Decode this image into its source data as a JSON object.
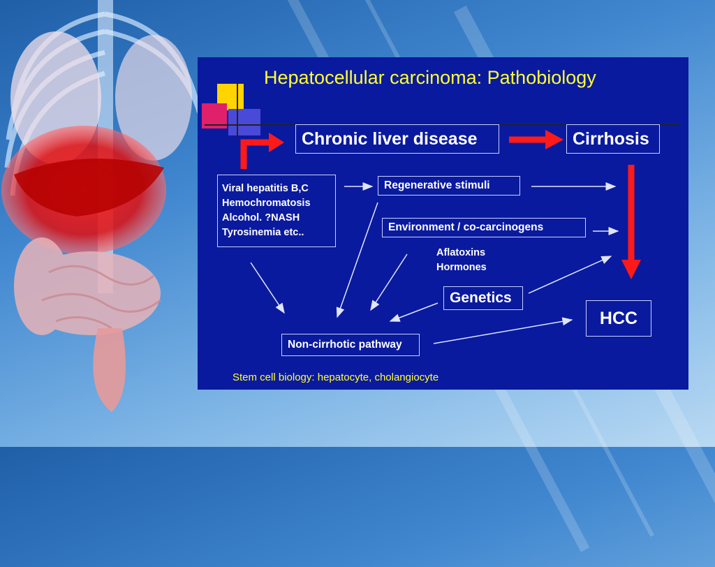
{
  "title": "Hepatocellular carcinoma: Pathobiology",
  "nodes": {
    "chronic_liver_disease": "Chronic liver disease",
    "cirrhosis": "Cirrhosis",
    "causes": [
      "Viral hepatitis B,C",
      "Hemochromatosis",
      "Alcohol. ?NASH",
      "Tyrosinemia etc.."
    ],
    "regenerative_stimuli": "Regenerative stimuli",
    "environment": "Environment / co-carcinogens",
    "cocarcinogens": [
      "Aflatoxins",
      "Hormones"
    ],
    "genetics": "Genetics",
    "hcc": "HCC",
    "non_cirrhotic": "Non-cirrhotic pathway"
  },
  "footer": "Stem cell biology: hepatocyte, cholangiocyte",
  "colors": {
    "slide_bg": "#0a1a9e",
    "title": "#ffff33",
    "red_arrow": "#ff1a1a",
    "text": "#ffffff"
  }
}
